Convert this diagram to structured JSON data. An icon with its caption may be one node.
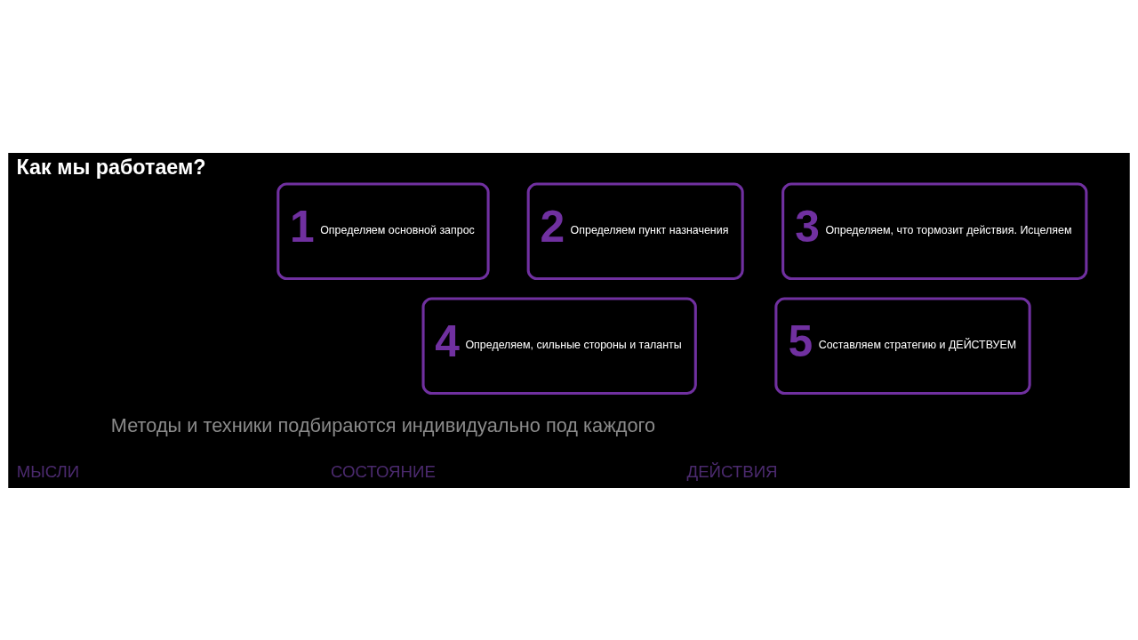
{
  "diagram": {
    "title": "Как мы работаем?",
    "nodes": [
      {
        "text": [
          "1",
          "Определяем основной запрос"
        ]
      },
      {
        "text": [
          "2",
          "Определяем пункт назначения"
        ]
      },
      {
        "text": [
          "3",
          "Определяем, что тормозит действия. Исцеляем"
        ]
      },
      {
        "text": [
          "4",
          "Определяем, сильные стороны и таланты"
        ]
      },
      {
        "text": [
          "5",
          "Составляем стратегию и ДЕЙСТВУЕМ"
        ]
      }
    ],
    "edges": [],
    "labels": [
      "Методы и техники подбираются индивидуально под каждого",
      "МЫСЛИ",
      "СОСТОЯНИЕ",
      "ДЕЙСТВИЯ"
    ]
  }
}
